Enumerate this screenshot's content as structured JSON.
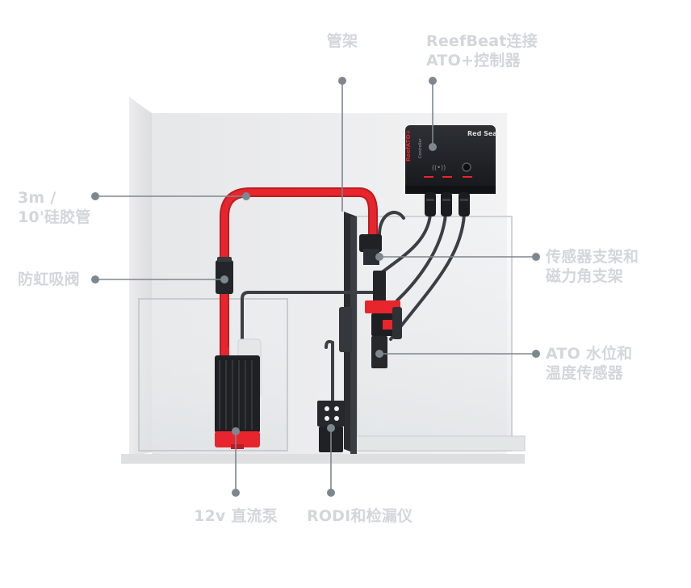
{
  "labels": {
    "rack": "管架",
    "controller_line1": "ReefBeat连接",
    "controller_line2": "ATO+控制器",
    "tubing_line1": "3m /",
    "tubing_line2": "10'硅胶管",
    "antisiphon": "防虹吸阀",
    "holder_line1": "传感器支架和",
    "holder_line2": "磁力角支架",
    "sensor_line1": "ATO 水位和",
    "sensor_line2": "温度传感器",
    "pump": "12v 直流泵",
    "rodi": "RODI和检漏仪"
  },
  "device": {
    "brand": "Red Sea",
    "model": "ReefATO+",
    "sub": "Controller"
  },
  "colors": {
    "tube_red": "#e8252c",
    "leader": "#7d8790",
    "label": "#d3d6da",
    "panel": "#f2f2f2",
    "dark": "#1f2125"
  }
}
